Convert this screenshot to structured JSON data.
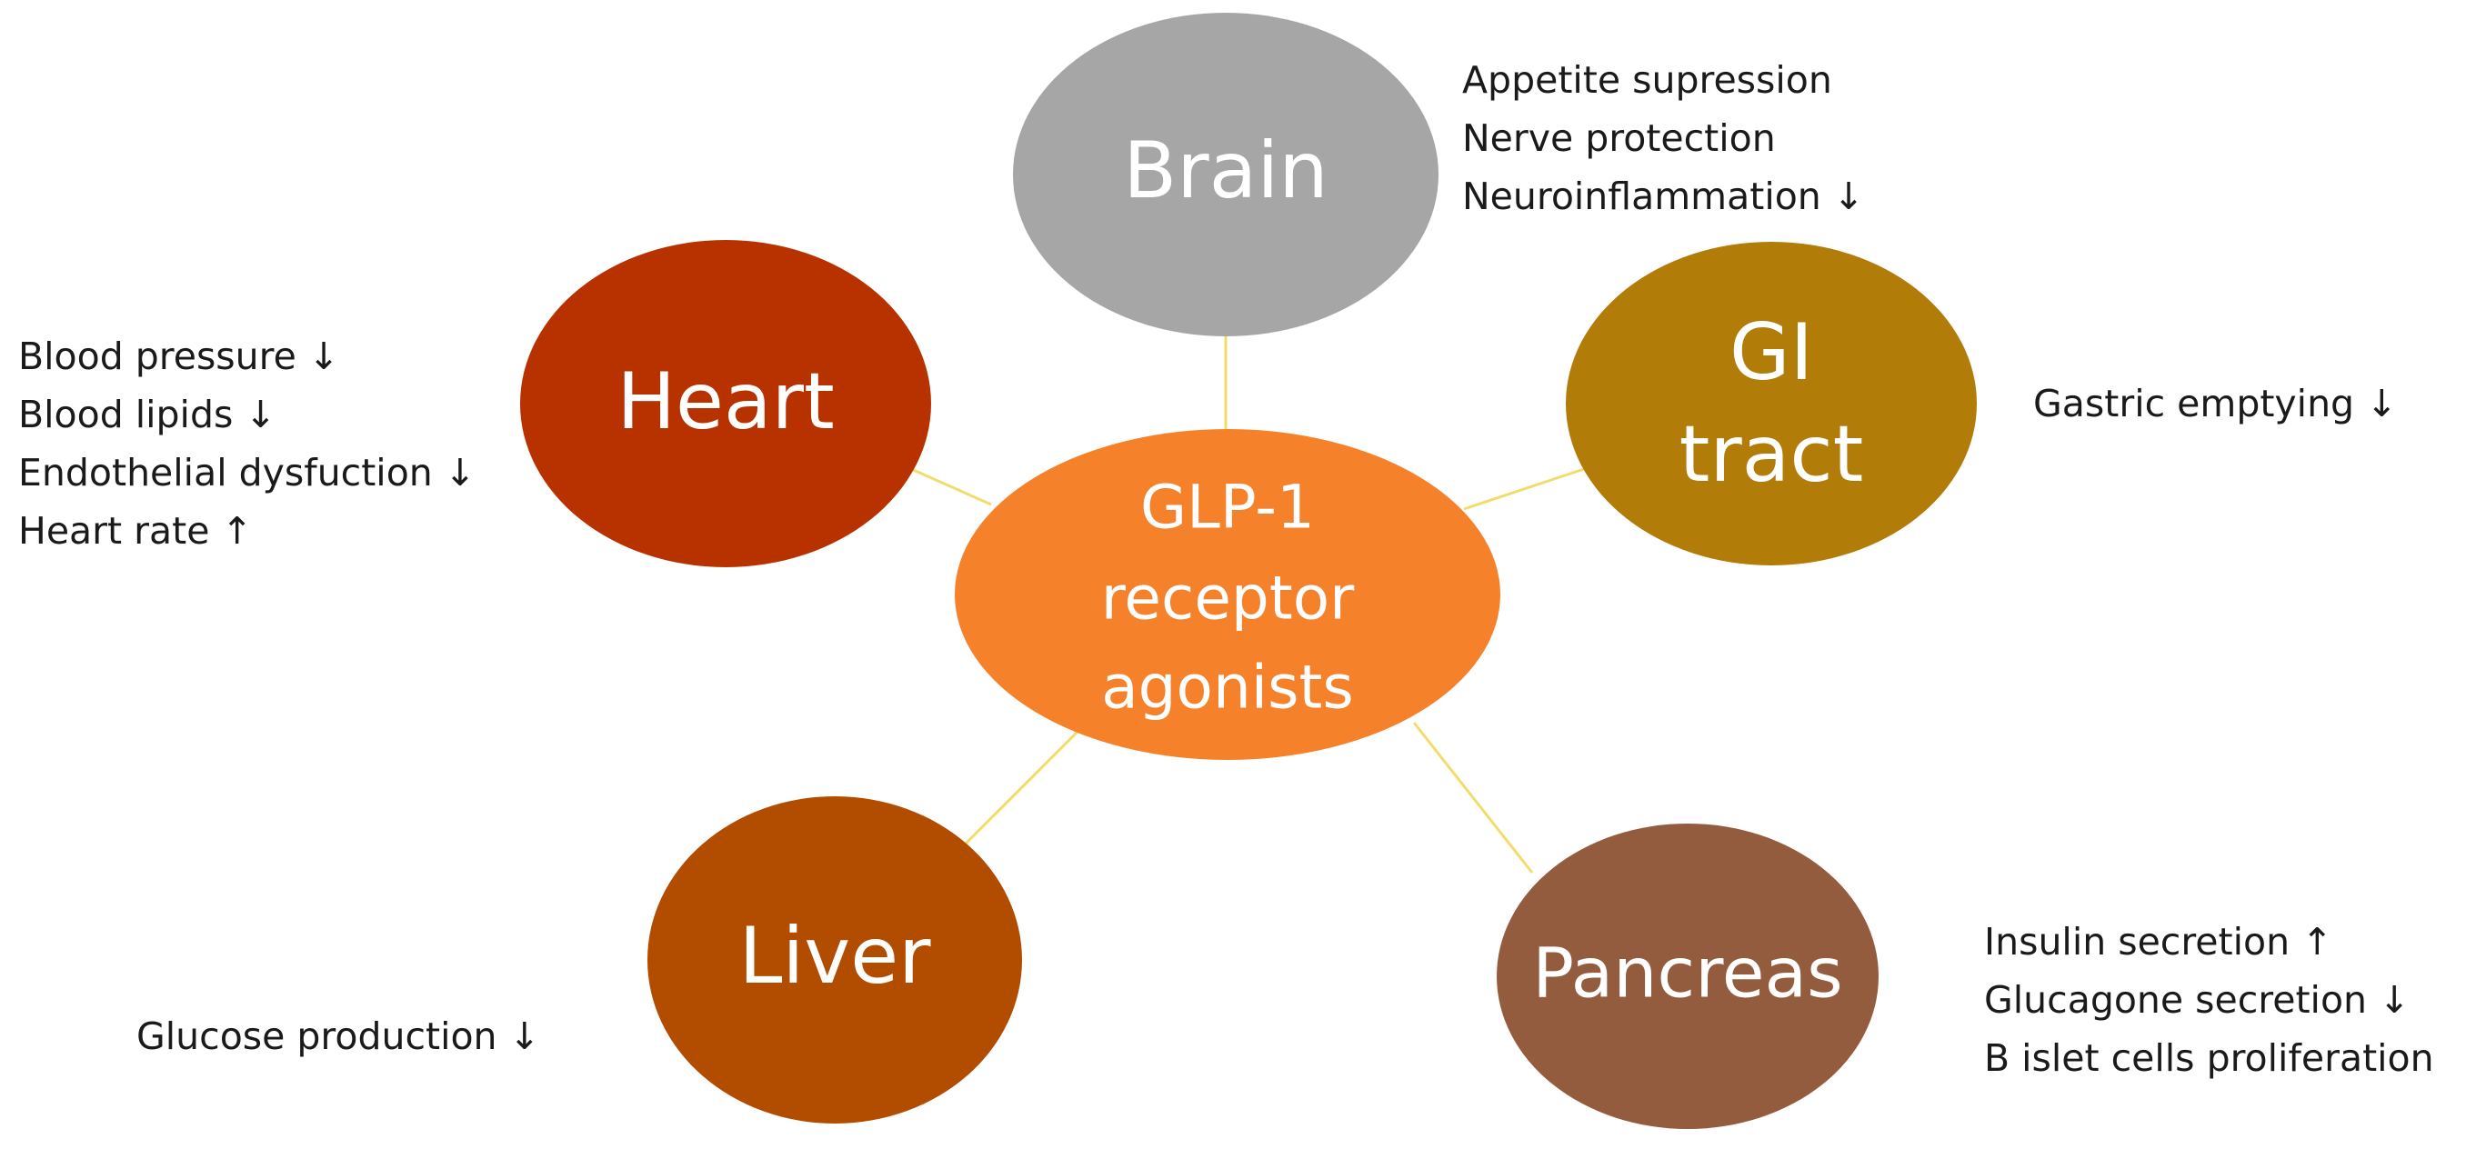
{
  "center": {
    "lines": [
      "GLP-1",
      "receptor",
      "agonists"
    ],
    "color": "#f5822b"
  },
  "nodes": {
    "brain": {
      "label": "Brain",
      "color": "#a6a6a6"
    },
    "heart": {
      "label": "Heart",
      "color": "#b83200"
    },
    "gi": {
      "lines": [
        "GI",
        "tract"
      ],
      "color": "#b27c09"
    },
    "liver": {
      "label": "Liver",
      "color": "#b24d00"
    },
    "pancreas": {
      "label": "Pancreas",
      "color": "#945c3f"
    }
  },
  "connector_color": "#f2dc6b",
  "effects": {
    "brain": [
      "Appetite supression",
      "Nerve protection",
      "Neuroinflammation ↓"
    ],
    "heart": [
      "Blood pressure ↓",
      "Blood lipids ↓",
      "Endothelial dysfuction ↓",
      "Heart rate ↑"
    ],
    "gi": [
      "Gastric emptying ↓"
    ],
    "liver": [
      "Glucose production ↓"
    ],
    "pancreas": [
      "Insulin secretion ↑",
      "Glucagone secretion ↓",
      "B islet cells proliferation"
    ]
  }
}
